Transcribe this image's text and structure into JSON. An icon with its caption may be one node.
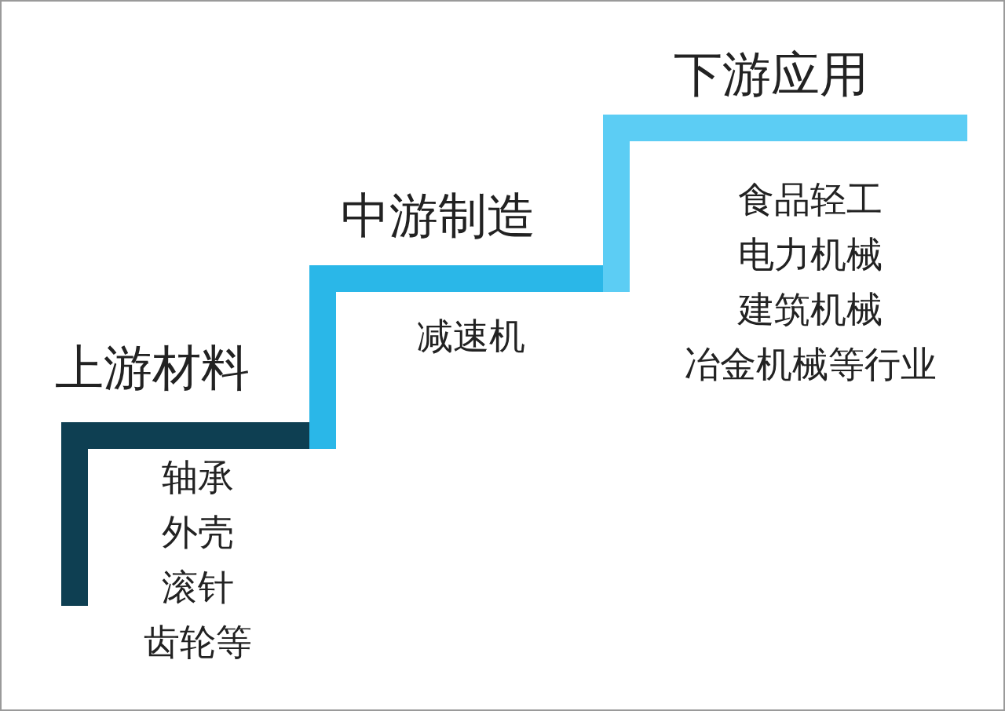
{
  "diagram": {
    "nodes": [
      {
        "text": [
          "上游材料",
          "轴承",
          "外壳",
          "滚针",
          "齿轮等"
        ]
      },
      {
        "text": [
          "中游制造",
          "减速机"
        ]
      },
      {
        "text": [
          "下游应用",
          "食品轻工",
          "电力机械",
          "建筑机械",
          "冶金机械等行业"
        ]
      }
    ]
  }
}
